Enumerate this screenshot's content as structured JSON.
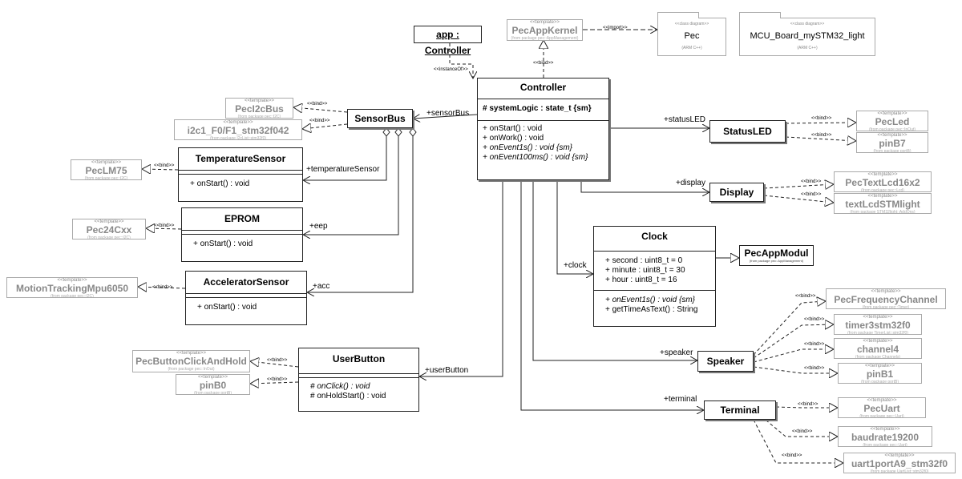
{
  "diagram": {
    "app": {
      "name": "app : Controller"
    },
    "kernel": {
      "stereo": "<<template>>",
      "name": "PecAppKernel",
      "from": "(from package pec::AppManagement)"
    },
    "pkg_pec": {
      "stereo": "<<class diagram>>",
      "name": "Pec",
      "sub": "(ARM C++)"
    },
    "pkg_mcu": {
      "stereo": "<<class diagram>>",
      "name": "MCU_Board_mySTM32_light",
      "sub": "(ARM C++)"
    },
    "controller": {
      "name": "Controller",
      "attrs": [
        "# systemLogic : state_t {sm}"
      ],
      "ops": [
        "+ onStart() : void",
        "+ onWork() : void",
        "+ onEvent1s() : void {sm}",
        "+ onEvent100ms() : void {sm}"
      ]
    },
    "sensorbus": {
      "name": "SensorBus"
    },
    "statusled": {
      "name": "StatusLED"
    },
    "display": {
      "name": "Display"
    },
    "temp": {
      "name": "TemperatureSensor",
      "ops": [
        "+ onStart() : void"
      ]
    },
    "eprom": {
      "name": "EPROM",
      "ops": [
        "+ onStart() : void"
      ]
    },
    "accel": {
      "name": "AcceleratorSensor",
      "ops": [
        "+ onStart() : void"
      ]
    },
    "clock": {
      "name": "Clock",
      "attrs": [
        "+ second : uint8_t = 0",
        "+ minute : uint8_t = 30",
        "+ hour : uint8_t = 16"
      ],
      "ops": [
        "+ onEvent1s() : void {sm}",
        "+ getTimeAsText() : String"
      ]
    },
    "modul": {
      "name": "PecAppModul",
      "from": "(from package pec::AppManagement)"
    },
    "userbutton": {
      "name": "UserButton",
      "ops": [
        "# onClick() : void",
        "# onHoldStart() : void"
      ]
    },
    "speaker": {
      "name": "Speaker"
    },
    "terminal": {
      "name": "Terminal"
    },
    "templates": {
      "i2cbus": {
        "stereo": "<<template>>",
        "name": "PecI2cBus",
        "from": "(from package pec::I2C)"
      },
      "i2c1": {
        "stereo": "<<template>>",
        "name": "i2c1_F0/F1_stm32f042",
        "from": "(from package I2cList::stm32f0)"
      },
      "lm75": {
        "stereo": "<<template>>",
        "name": "PecLM75",
        "from": "(from package pec::I2C)"
      },
      "c24": {
        "stereo": "<<template>>",
        "name": "Pec24Cxx",
        "from": "(from package pec::I2C)"
      },
      "mpu": {
        "stereo": "<<template>>",
        "name": "MotionTrackingMpu6050",
        "from": "(from package pec::I2C)"
      },
      "bch": {
        "stereo": "<<template>>",
        "name": "PecButtonClickAndHold",
        "from": "(from package pec::InOut)"
      },
      "pinb0": {
        "stereo": "<<template>>",
        "name": "pinB0",
        "from": "(from package portB)"
      },
      "led": {
        "stereo": "<<template>>",
        "name": "PecLed",
        "from": "(from package pec::InOut)"
      },
      "pinb7": {
        "stereo": "<<template>>",
        "name": "pinB7",
        "from": "(from package portB)"
      },
      "lcd": {
        "stereo": "<<template>>",
        "name": "PecTextLcd16x2",
        "from": "(from package pec::Lcd)"
      },
      "lcdstm": {
        "stereo": "<<template>>",
        "name": "textLcdSTMlight",
        "from": "(from package STM32light::AddOns)"
      },
      "freq": {
        "stereo": "<<template>>",
        "name": "PecFrequencyChannel",
        "from": "(from package pec::Timer)"
      },
      "timer3": {
        "stereo": "<<template>>",
        "name": "timer3stm32f0",
        "from": "(from package TimerList::stm32f0)"
      },
      "ch4": {
        "stereo": "<<template>>",
        "name": "channel4",
        "from": "(from package Channels)"
      },
      "pinb1": {
        "stereo": "<<template>>",
        "name": "pinB1",
        "from": "(from package portB)"
      },
      "uart": {
        "stereo": "<<template>>",
        "name": "PecUart",
        "from": "(from package pec::Uart)"
      },
      "baud": {
        "stereo": "<<template>>",
        "name": "baudrate19200",
        "from": "(from package pec::Uart)"
      },
      "uart1": {
        "stereo": "<<template>>",
        "name": "uart1portA9_stm32f0",
        "from": "(from package UartList::stm32f0)"
      }
    },
    "roles": {
      "sensorBus": "+sensorBus",
      "temperatureSensor": "+temperatureSensor",
      "eep": "+eep",
      "acc": "+acc",
      "userButton": "+userButton",
      "statusLED": "+statusLED",
      "display": "+display",
      "clock": "+clock",
      "speaker": "+speaker",
      "terminal": "+terminal"
    },
    "stereotypes": {
      "bind": "<<bind>>",
      "import": "<<import>>",
      "instanceOf": "<<instanceOf>>"
    }
  }
}
